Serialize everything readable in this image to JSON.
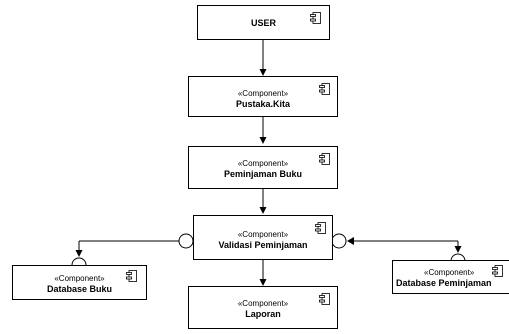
{
  "diagram": {
    "stereotype": "«Component»",
    "components": {
      "user": {
        "name": "USER"
      },
      "pustaka": {
        "stereotype": "«Component»",
        "name": "Pustaka.Kita"
      },
      "peminjaman": {
        "stereotype": "«Component»",
        "name": "Peminjaman Buku"
      },
      "validasi": {
        "stereotype": "«Component»",
        "name": "Validasi Peminjaman"
      },
      "laporan": {
        "stereotype": "«Component»",
        "name": "Laporan"
      },
      "db_buku": {
        "stereotype": "«Component»",
        "name": "Database Buku"
      },
      "db_peminjaman": {
        "stereotype": "«Component»",
        "name": "Database Peminjaman"
      }
    },
    "colors": {
      "line": "#000000",
      "fill": "#ffffff"
    }
  }
}
